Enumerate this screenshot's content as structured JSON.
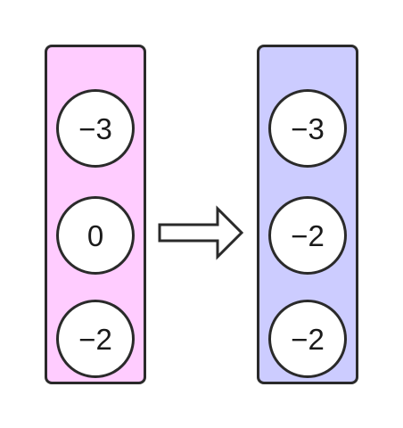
{
  "colors": {
    "left_fill": "#ffccff",
    "right_fill": "#ccccff",
    "stroke": "#2a2a2a",
    "node_fill": "#ffffff"
  },
  "diagram": {
    "before": {
      "values": [
        "−3",
        "0",
        "−2"
      ]
    },
    "after": {
      "values": [
        "−3",
        "−2",
        "−2"
      ]
    },
    "connector_icon": "right-arrow-icon"
  }
}
